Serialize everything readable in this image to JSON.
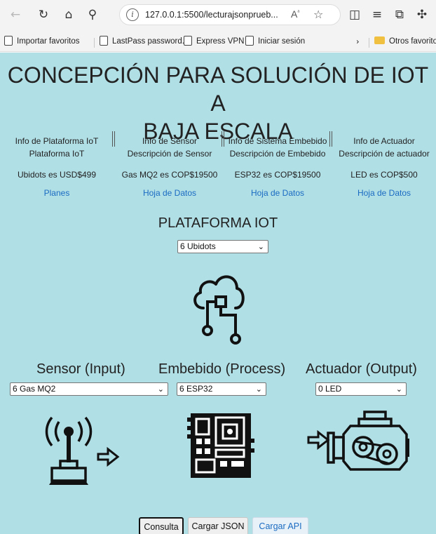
{
  "browser": {
    "url": "127.0.0.1:5500/lecturajsonprueb...",
    "bookmarks": [
      "Importar favoritos",
      "LastPass password...",
      "Express VPN",
      "Iniciar sesión",
      "Otros favoritos"
    ]
  },
  "page": {
    "title_line1": "CONCEPCIÓN PARA SOLUCIÓN DE IOT A",
    "title_line2": "BAJA ESCALA",
    "info": [
      {
        "heading": "Info de Plataforma IoT",
        "desc": "Plataforma IoT",
        "price": "Ubidots es USD$499",
        "link": "Planes"
      },
      {
        "heading": "Info de Sensor",
        "desc": "Descripción de Sensor",
        "price": "Gas MQ2 es COP$19500",
        "link": "Hoja de Datos"
      },
      {
        "heading": "Info de Sistema Embebido",
        "desc": "Descripción de Embebido",
        "price": "ESP32 es COP$19500",
        "link": "Hoja de Datos"
      },
      {
        "heading": "Info de Actuador",
        "desc": "Descripción de actuador",
        "price": "LED es COP$500",
        "link": "Hoja de Datos"
      }
    ],
    "platform": {
      "title": "PLATAFORMA IOT",
      "selected": "6 Ubidots"
    },
    "sensor": {
      "title": "Sensor (Input)",
      "selected": "6 Gas MQ2"
    },
    "embedded": {
      "title": "Embebido (Process)",
      "selected": "6 ESP32"
    },
    "actuator": {
      "title": "Actuador (Output)",
      "selected": "0 LED"
    },
    "buttons": {
      "consulta": "Consulta",
      "cargar_json": "Cargar JSON",
      "cargar_api": "Cargar API"
    }
  }
}
